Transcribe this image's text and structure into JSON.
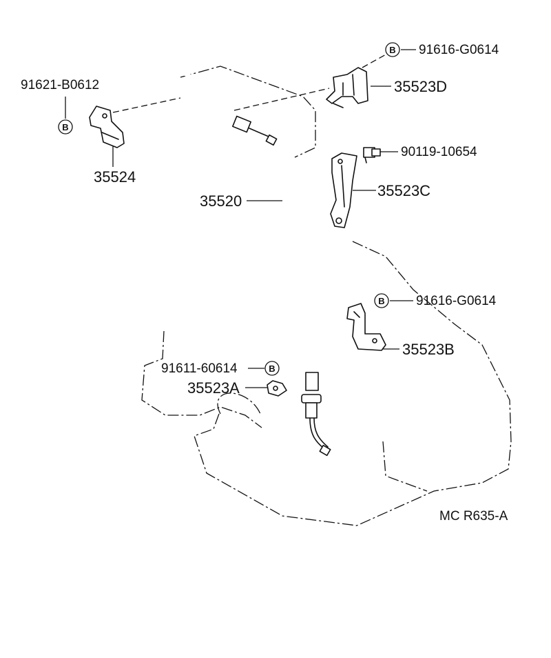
{
  "diagram": {
    "code": "MC R635-A",
    "bolt_marker": "B",
    "labels": {
      "p91616_top": "91616-G0614",
      "p35523D": "35523D",
      "p91621": "91621-B0612",
      "p35524": "35524",
      "p90119": "90119-10654",
      "p35523C": "35523C",
      "p35520": "35520",
      "p91616_mid": "91616-G0614",
      "p35523B": "35523B",
      "p91611": "91611-60614",
      "p35523A": "35523A"
    }
  }
}
